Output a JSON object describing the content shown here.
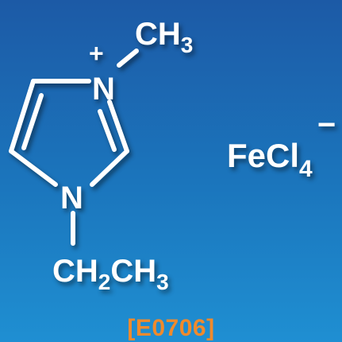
{
  "molecule": {
    "methyl_group": {
      "main": "CH",
      "sub": "3"
    },
    "charge": "+",
    "ring_nitrogen_top": "N",
    "ring_nitrogen_bottom": "N",
    "ethyl_group": {
      "ch": "CH",
      "sub1": "2",
      "ch_b": "CH",
      "sub2": "3"
    }
  },
  "anion": {
    "fe": "FeCl",
    "sub": "4",
    "charge": "−"
  },
  "catalog_code": "[E0706]",
  "colors": {
    "background_top": "#1c5aa6",
    "background_bottom": "#1f8fd2",
    "text": "#ffffff",
    "code": "#f08a2c"
  }
}
